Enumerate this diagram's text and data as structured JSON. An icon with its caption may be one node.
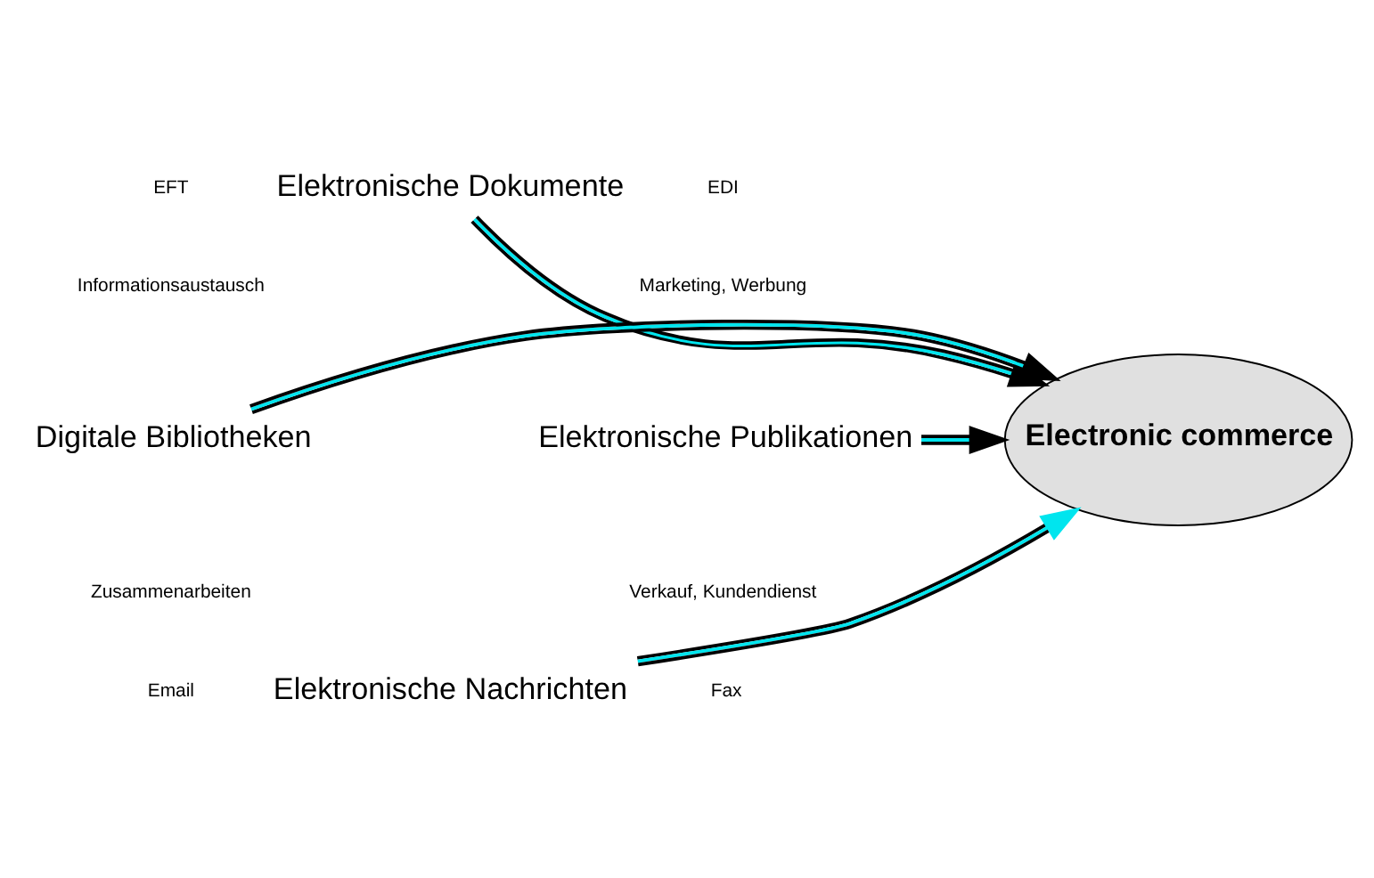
{
  "diagram": {
    "nodes": [
      {
        "text": [
          "Electronic commerce"
        ]
      },
      {
        "text": [
          "Elektronische Dokumente"
        ]
      },
      {
        "text": [
          "Digitale Bibliotheken"
        ]
      },
      {
        "text": [
          "Elektronische Publikationen"
        ]
      },
      {
        "text": [
          "Elektronische Nachrichten"
        ]
      }
    ],
    "edges": [
      {
        "from": 1,
        "to": 0,
        "arrow": "to"
      },
      {
        "from": 2,
        "to": 0,
        "arrow": "to"
      },
      {
        "from": 3,
        "to": 0,
        "arrow": "to"
      },
      {
        "from": 4,
        "to": 0,
        "arrow": "to"
      }
    ],
    "labels": [
      "EFT",
      "EDI",
      "Informationsaustausch",
      "Marketing, Werbung",
      "Zusammenarbeiten",
      "Verkauf, Kundendienst",
      "Email",
      "Fax"
    ]
  }
}
